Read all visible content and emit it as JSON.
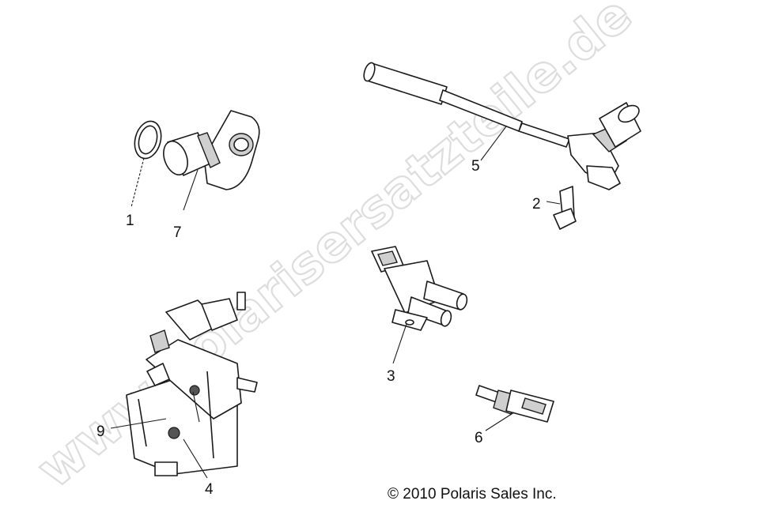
{
  "callouts": {
    "c1": "1",
    "c2": "2",
    "c3": "3",
    "c4": "4",
    "c5": "5",
    "c6": "6",
    "c7": "7",
    "c9": "9"
  },
  "copyright": "© 2010 Polaris Sales Inc.",
  "watermark": "www.polarisersatzteile.de",
  "colors": {
    "line": "#1a1a1a",
    "watermark_stroke": "#d8d8d8",
    "background": "#ffffff"
  }
}
